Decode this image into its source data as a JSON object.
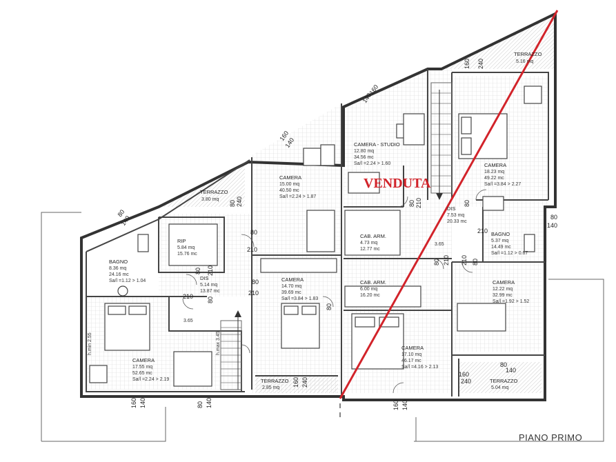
{
  "plan": {
    "title": "PIANO PRIMO",
    "stamp": "VENDUTA",
    "colors": {
      "stamp": "#d2232a",
      "walls": "#333333"
    }
  },
  "rooms": [
    {
      "id": "terrazzo-top",
      "name": "TERRAZZO",
      "l1": "5.16 mq"
    },
    {
      "id": "camera-studio",
      "name": "CAMERA - STUDIO",
      "l1": "12.80 mq",
      "l2": "34.56 mc",
      "l3": "Sa/l =2.24 > 1.60"
    },
    {
      "id": "camera-ne",
      "name": "CAMERA",
      "l1": "18.23 mq",
      "l2": "49.22 mc",
      "l3": "Sa/l =3.84 > 2.27"
    },
    {
      "id": "camera-mid-n",
      "name": "CAMERA",
      "l1": "15.00 mq",
      "l2": "40.50 mc",
      "l3": "Sa/l =2.24 > 1.87"
    },
    {
      "id": "terrazzo-mid",
      "name": "TERRAZZO",
      "l1": "3.80 mq"
    },
    {
      "id": "dis-e",
      "name": "DIS",
      "l1": "7.53 mq",
      "l2": "20.33 mc"
    },
    {
      "id": "bagno-e",
      "name": "BAGNO",
      "l1": "5.37 mq",
      "l2": "14.49 mc",
      "l3": "Sa/l =1.12 > 0.67"
    },
    {
      "id": "rip",
      "name": "RIP",
      "l1": "5.84 mq",
      "l2": "15.76 mc"
    },
    {
      "id": "cab-arm-1",
      "name": "CAB. ARM.",
      "l1": "4.73 mq",
      "l2": "12.77 mc"
    },
    {
      "id": "bagno-w",
      "name": "BAGNO",
      "l1": "8.36 mq",
      "l2": "24.16 mc",
      "l3": "Sa/l =1.12 > 1.04"
    },
    {
      "id": "dis-w",
      "name": "DIS",
      "l1": "5.14 mq",
      "l2": "13.87 mc"
    },
    {
      "id": "camera-mid",
      "name": "CAMERA",
      "l1": "14.70 mq",
      "l2": "39.69 mc",
      "l3": "Sa/l =3.84 > 1.83"
    },
    {
      "id": "cab-arm-2",
      "name": "CAB. ARM.",
      "l1": "6.00 mq",
      "l2": "16.20 mc"
    },
    {
      "id": "camera-e",
      "name": "CAMERA",
      "l1": "12.22 mq",
      "l2": "32.99 mc",
      "l3": "Sa/l =1.92 > 1.52"
    },
    {
      "id": "camera-sw",
      "name": "CAMERA",
      "l1": "17.55 mq",
      "l2": "52.65 mc",
      "l3": "Sa/l =2.24 > 2.19"
    },
    {
      "id": "camera-s",
      "name": "CAMERA",
      "l1": "17.10 mq",
      "l2": "46.17 mc",
      "l3": "Sa/l =4.16 > 2.13"
    },
    {
      "id": "terrazzo-s",
      "name": "TERRAZZO",
      "l1": "2.85 mq"
    },
    {
      "id": "terrazzo-se",
      "name": "TERRAZZO",
      "l1": "5.04 mq"
    }
  ],
  "notes": {
    "hmin": "h.min 2.55",
    "hmax": "h.max 3.45",
    "step_a": "3.65",
    "step_b": "3.65"
  },
  "dims": {
    "d80": "80",
    "d140": "140",
    "d160": "160",
    "d210": "210",
    "d240": "240"
  }
}
